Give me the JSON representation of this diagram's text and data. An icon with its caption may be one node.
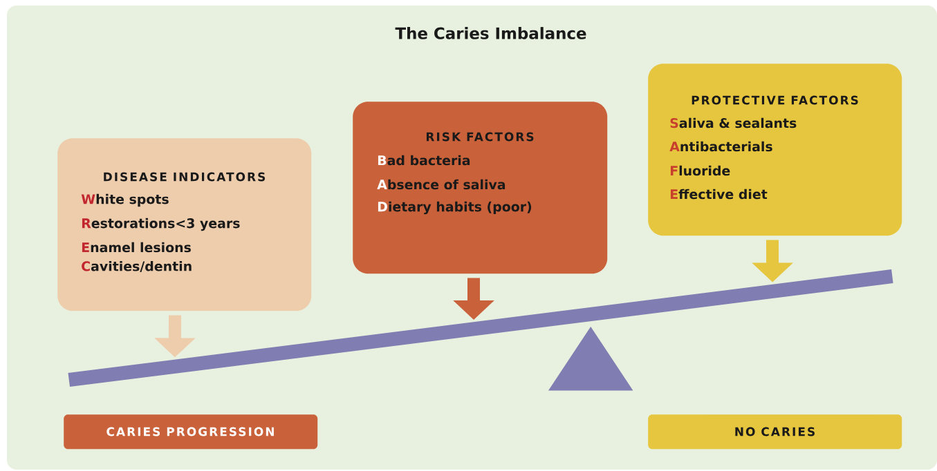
{
  "diagram": {
    "title": "The Caries Imbalance",
    "nodes": [
      {
        "text": [
          "DISEASE INDICATORS",
          "White spots",
          "Restorations<3 years",
          "Enamel lesions",
          "Cavities/dentin"
        ]
      },
      {
        "text": [
          "RISK FACTORS",
          "Bad bacteria",
          "Absence of saliva",
          "Dietary habits (poor)"
        ]
      },
      {
        "text": [
          "PROTECTIVE FACTORS",
          "Saliva & sealants",
          "Antibacterials",
          "Fluoride",
          "Effective diet"
        ]
      },
      {
        "text": [
          "CARIES PROGRESSION"
        ]
      },
      {
        "text": [
          "NO CARIES"
        ]
      },
      {
        "text": [],
        "shape": "bar"
      },
      {
        "text": [],
        "shape": "triangle"
      }
    ],
    "edges": [
      {
        "from": 0,
        "to": 5,
        "arrow": "to",
        "color": "#eecdad"
      },
      {
        "from": 1,
        "to": 5,
        "arrow": "to",
        "color": "#c9623a"
      },
      {
        "from": 2,
        "to": 5,
        "arrow": "to",
        "color": "#e6c63e"
      }
    ]
  }
}
